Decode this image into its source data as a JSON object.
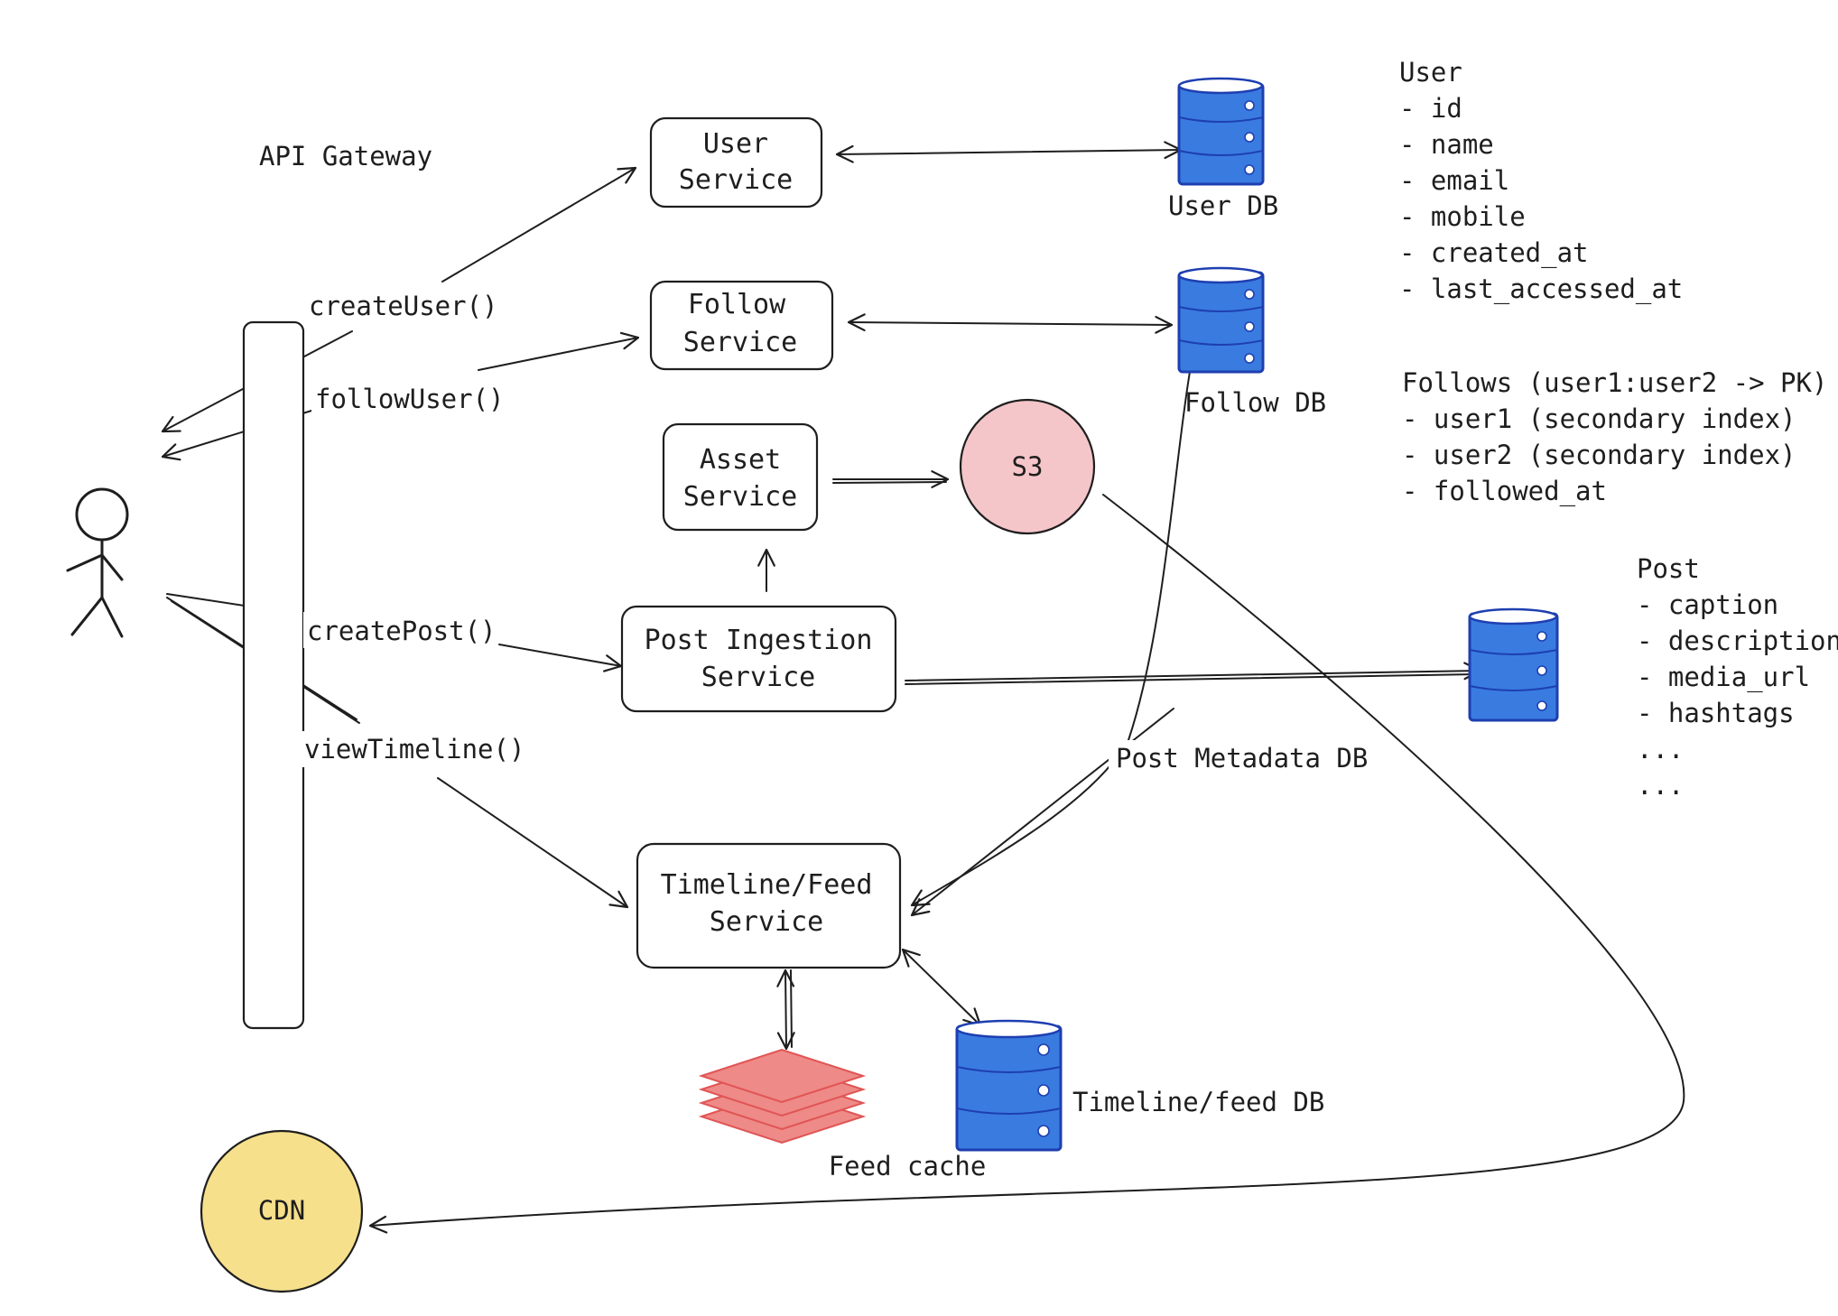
{
  "labels": {
    "api_gateway": "API Gateway",
    "create_user": "createUser()",
    "follow_user": "followUser()",
    "create_post": "createPost()",
    "view_timeline": "viewTimeline()"
  },
  "services": {
    "user": [
      "User",
      "Service"
    ],
    "follow": [
      "Follow",
      "Service"
    ],
    "asset": [
      "Asset",
      "Service"
    ],
    "post_ingestion": [
      "Post Ingestion",
      "Service"
    ],
    "timeline": [
      "Timeline/Feed",
      "Service"
    ]
  },
  "stores": {
    "user_db": "User DB",
    "follow_db": "Follow DB",
    "post_metadata_db": "Post Metadata DB",
    "timeline_db": "Timeline/feed DB",
    "feed_cache": "Feed cache",
    "s3": "S3",
    "cdn": "CDN"
  },
  "schemas": {
    "user": [
      "User",
      "- id",
      "- name",
      "- email",
      "- mobile",
      "- created_at",
      "- last_accessed_at"
    ],
    "follows": [
      "Follows (user1:user2 -> PK)",
      "- user1 (secondary index)",
      "- user2 (secondary index)",
      "- followed_at"
    ],
    "post": [
      "Post",
      "- caption",
      "- description",
      "- media_url",
      "- hashtags",
      "...",
      "..."
    ]
  },
  "colors": {
    "db_fill": "#3a7be0",
    "db_stroke": "#1e3fb0",
    "s3_fill": "#f5c6c9",
    "cdn_fill": "#f7e08c",
    "cache_fill": "#ee8a87",
    "cache_stroke": "#e05555",
    "ink": "#1e1e1e"
  }
}
